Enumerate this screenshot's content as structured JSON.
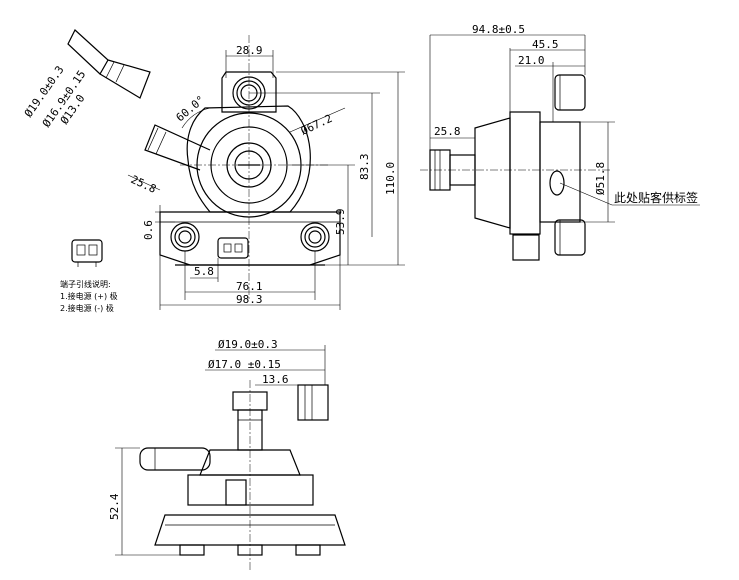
{
  "front_view": {
    "dim_width_top": "28.9",
    "dim_angle": "60.0°",
    "dim_diameter_body": "Ø67.2",
    "dim_height_inner": "83.3",
    "dim_height_total": "110.0",
    "dim_mount_height": "53.9",
    "dim_outlet_height": "25.8",
    "dim_offset": "0.6",
    "dim_connector": "5.8",
    "dim_mount_span": "76.1",
    "dim_overall_width": "98.3",
    "dim_inlet_outer": "Ø19.0±0.3",
    "dim_inlet_mid": "Ø16.9±0.15",
    "dim_inlet_inner": "Ø13.0"
  },
  "side_view": {
    "dim_length_total": "94.8±0.5",
    "dim_length_mid": "45.5",
    "dim_length_short": "21.0",
    "dim_inlet_length": "25.8",
    "dim_body_diameter": "Ø51.8",
    "label_note": "此处贴客供标签"
  },
  "bottom_view": {
    "dim_outer": "Ø19.0±0.3",
    "dim_mid": "Ø17.0 ±0.15",
    "dim_inner": "13.6",
    "dim_height": "52.4"
  },
  "terminal_note": {
    "title": "端子引线说明:",
    "line1": "1.接电源 (+) 极",
    "line2": "2.接电源 (-) 极"
  }
}
